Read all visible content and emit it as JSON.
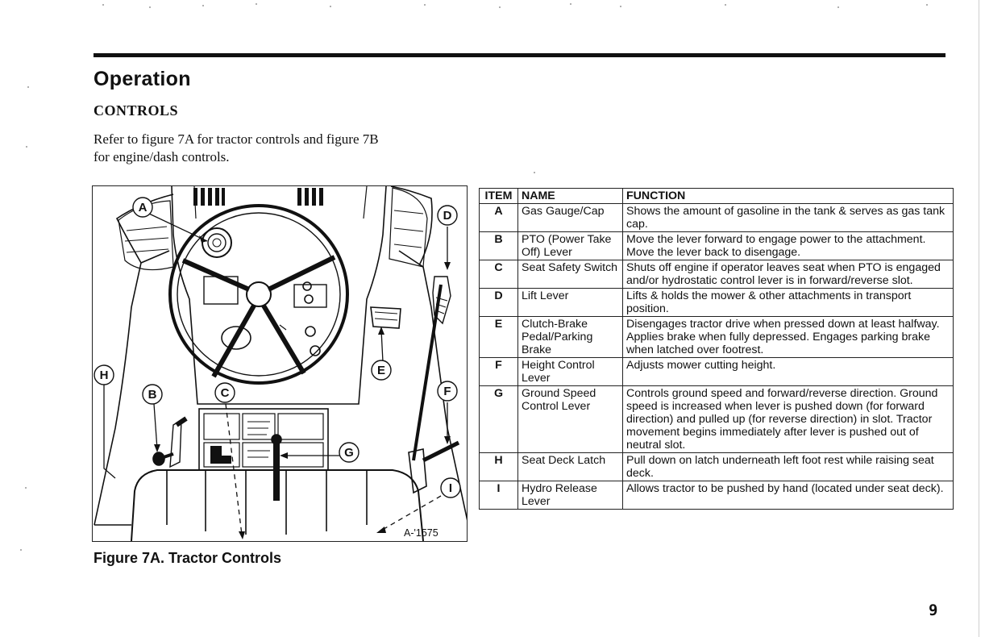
{
  "heading": "Operation",
  "subheading": "CONTROLS",
  "intro_line1": "Refer to figure 7A for tractor controls and figure 7B",
  "intro_line2": "for engine/dash controls.",
  "figure": {
    "caption": "Figure 7A. Tractor Controls",
    "code": "A-'1575",
    "callouts": [
      "A",
      "B",
      "C",
      "D",
      "E",
      "F",
      "G",
      "H",
      "I"
    ]
  },
  "table": {
    "headers": [
      "ITEM",
      "NAME",
      "FUNCTION"
    ],
    "rows": [
      {
        "item": "A",
        "name": "Gas Gauge/Cap",
        "function": "Shows the amount of gasoline in the tank & serves as gas tank cap."
      },
      {
        "item": "B",
        "name": "PTO (Power Take Off) Lever",
        "function": "Move the lever forward to engage power to the attachment. Move the lever back to disengage."
      },
      {
        "item": "C",
        "name": "Seat Safety Switch",
        "function": "Shuts off engine if operator leaves seat when PTO is engaged and/or hydrostatic control lever is in forward/reverse slot."
      },
      {
        "item": "D",
        "name": "Lift Lever",
        "function": "Lifts & holds the mower & other attachments in transport position."
      },
      {
        "item": "E",
        "name": "Clutch-Brake Pedal/Parking Brake",
        "function": "Disengages tractor drive when pressed down at least halfway. Applies brake when fully depressed. Engages parking brake when latched over footrest."
      },
      {
        "item": "F",
        "name": "Height Control Lever",
        "function": "Adjusts mower cutting height."
      },
      {
        "item": "G",
        "name": "Ground Speed Control Lever",
        "function": "Controls ground speed and forward/reverse direction. Ground speed is increased when lever is pushed down (for forward direction) and pulled up (for reverse direction) in slot. Tractor movement begins immediately after lever is pushed out of neutral slot."
      },
      {
        "item": "H",
        "name": "Seat Deck Latch",
        "function": "Pull down on latch underneath left foot rest while raising seat deck."
      },
      {
        "item": "I",
        "name": "Hydro Release Lever",
        "function": "Allows tractor to be pushed by hand (located under seat deck)."
      }
    ]
  },
  "page_number": "9"
}
